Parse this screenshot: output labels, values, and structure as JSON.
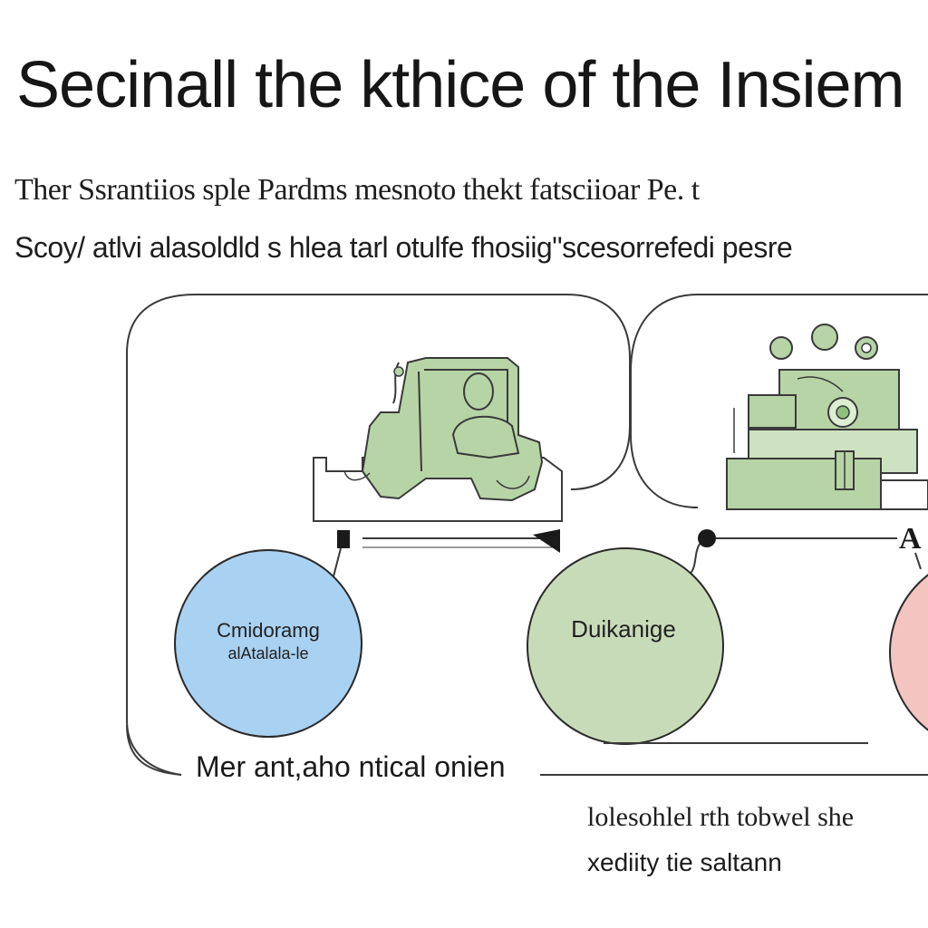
{
  "title": "Secinall the kthice of the Insiem",
  "intro": {
    "line1": "Ther Ssrantiios sple Pardms mesnoto thekt fatsciioar Pe. t",
    "line2": "Scoy/ atlvi alasoldld s hlea tarl otulfe fhosiig\"scesorrefedi pesre"
  },
  "nodes": {
    "left_circle": {
      "line1": "Cmidoramg",
      "line2": "alAtalala-le",
      "color": "#a9d1f2"
    },
    "middle_circle": {
      "label": "Duikanige",
      "color": "#c8dbb8"
    },
    "right_circle": {
      "color": "#f4c4c0"
    }
  },
  "marker_right": "A",
  "caption": "Mer ant,aho ntical onien",
  "footnote": {
    "line1": "lolesohlel rth tobwel she",
    "line2": "xediity tie saltann"
  },
  "colors": {
    "illustration_green": "#b7d4a6",
    "outline": "#3a3a3a"
  },
  "icons": [
    "forklift-operator-icon",
    "machine-control-panel-icon"
  ]
}
